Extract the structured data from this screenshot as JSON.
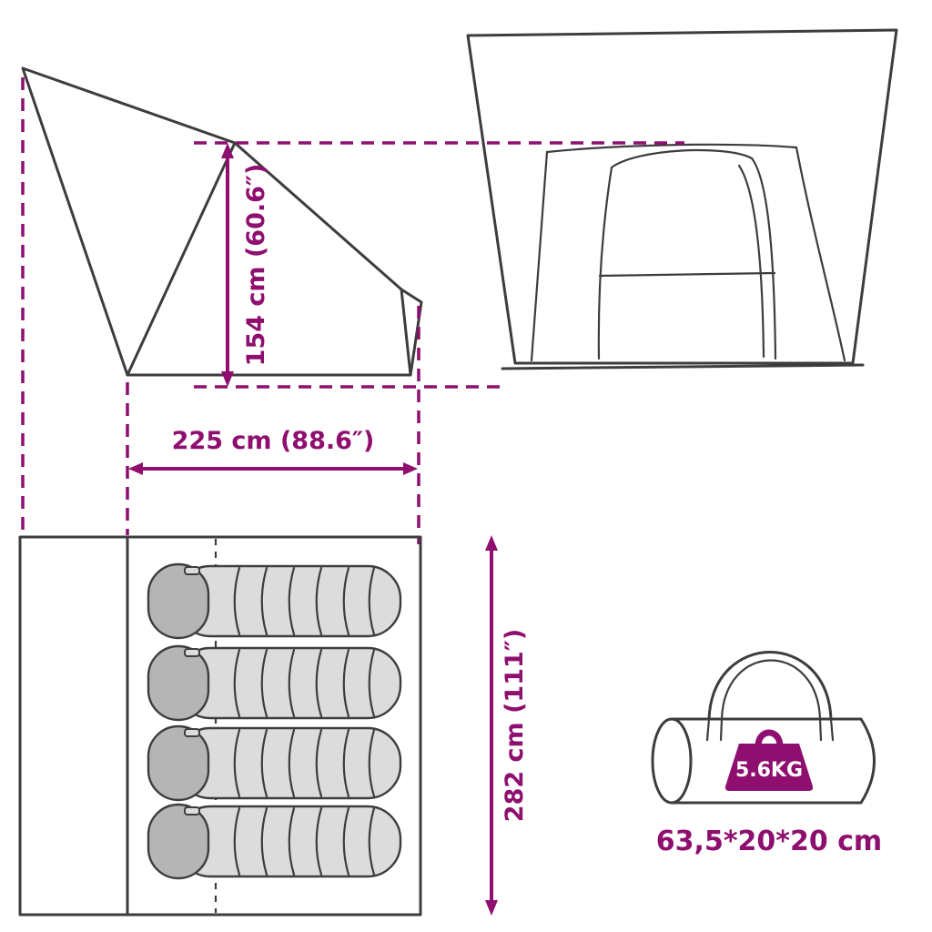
{
  "page": {
    "background": "#ffffff"
  },
  "colors": {
    "accent": "#8E0F6F",
    "line": "#3d3d3d",
    "bagFill": "#dcdcdc",
    "bagHood": "#b5b5b5"
  },
  "diagram": {
    "side_view": {
      "height_label": "154 cm (60.6″)",
      "width_label": "225 cm (88.6″)"
    },
    "floor_plan": {
      "depth_label": "282 cm (111″)",
      "sleeping_bag_count": 4
    },
    "carry_bag": {
      "weight_label": "5.6KG",
      "size_label": "63,5*20*20 cm"
    }
  }
}
